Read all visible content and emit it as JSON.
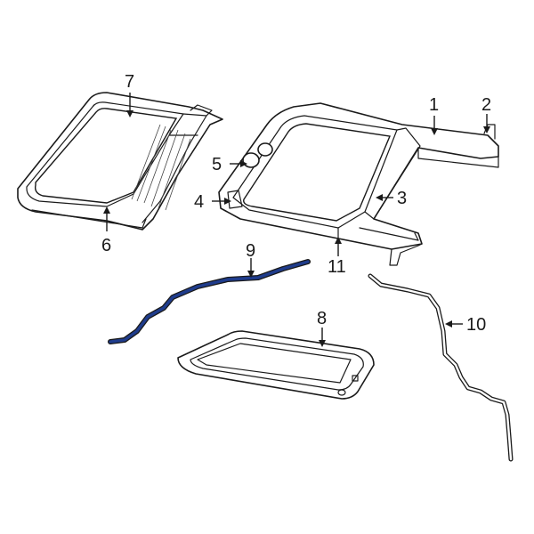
{
  "callouts": {
    "c1": "1",
    "c2": "2",
    "c3": "3",
    "c4": "4",
    "c5": "5",
    "c6": "6",
    "c7": "7",
    "c8": "8",
    "c9": "9",
    "c10": "10",
    "c11": "11"
  },
  "colors": {
    "highlight": "#1f3c8c",
    "line": "#1a1a1a",
    "background": "#ffffff"
  }
}
